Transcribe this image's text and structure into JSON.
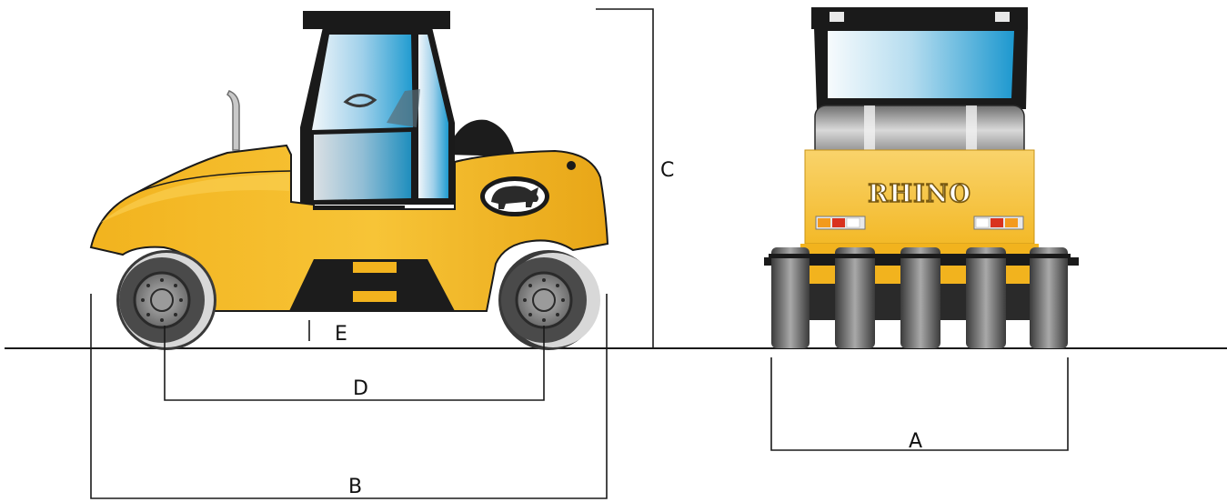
{
  "dimensions": {
    "a": "A",
    "b": "B",
    "c": "C",
    "d": "D",
    "e": "E"
  },
  "brand": {
    "rear_badge": "RHINO",
    "side_logo": "rhino-logo"
  },
  "colors": {
    "body_yellow": "#f6bd2a",
    "body_shade": "#d99a12",
    "glass": "#39a6d4",
    "tire": "#3a3a3a",
    "rim": "#8e8e8e",
    "line": "#1a1a1a"
  }
}
